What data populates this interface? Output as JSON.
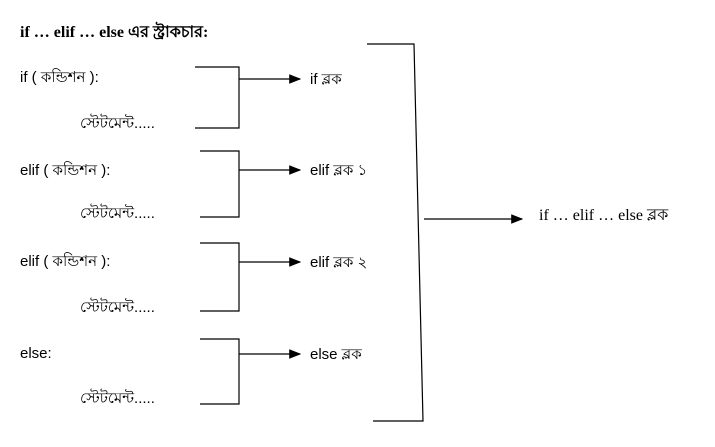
{
  "title": "if … elif … else এর স্ট্রাকচার:",
  "blocks": [
    {
      "header": "if ( কন্ডিশন ):",
      "statement": "স্টেটমেন্ট.....",
      "label": "if ব্লক"
    },
    {
      "header": "elif ( কন্ডিশন ):",
      "statement": "স্টেটমেন্ট.....",
      "label": "elif ব্লক ১"
    },
    {
      "header": "elif ( কন্ডিশন ):",
      "statement": "স্টেটমেন্ট.....",
      "label": "elif ব্লক ২"
    },
    {
      "header": "else:",
      "statement": "স্টেটমেন্ট.....",
      "label": "else ব্লক"
    }
  ],
  "result_label": "if … elif … else ব্লক"
}
